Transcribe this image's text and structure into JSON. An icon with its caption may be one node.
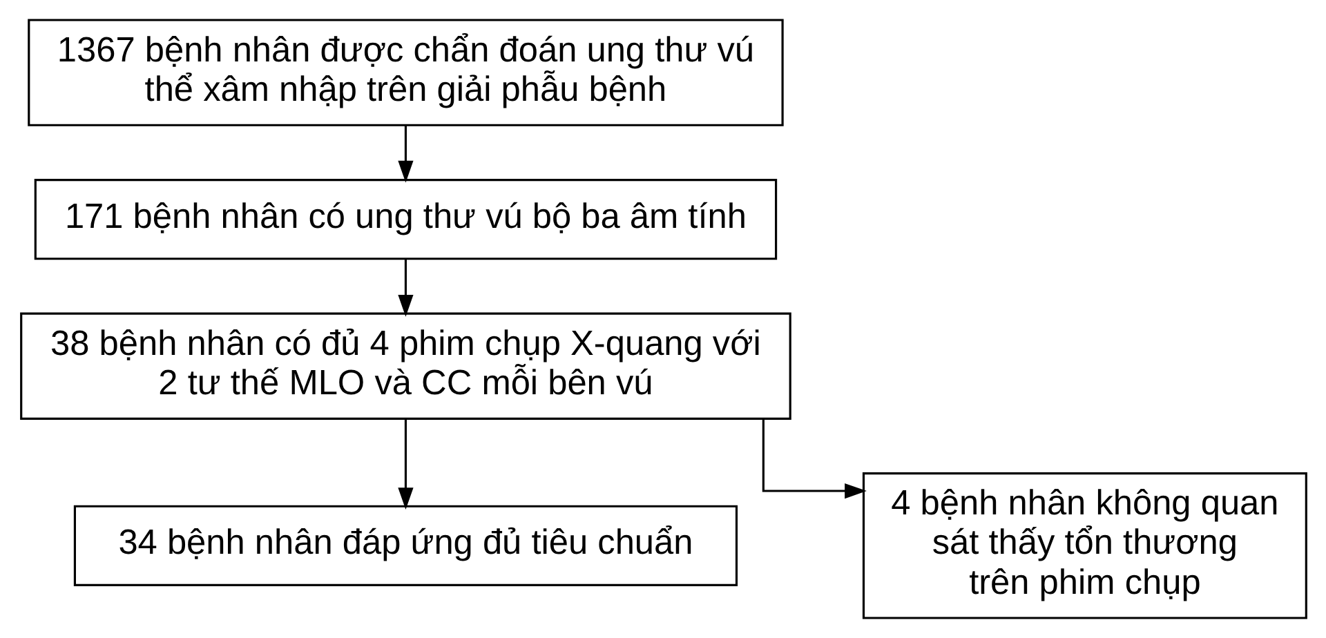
{
  "diagram": {
    "nodes": [
      {
        "text": [
          "1367 bệnh nhân được chẩn đoán ung thư vú thể xâm nhập trên giải phẫu bệnh"
        ]
      },
      {
        "text": [
          "171 bệnh nhân có ung thư vú bộ ba âm tính"
        ]
      },
      {
        "text": [
          "38 bệnh nhân có đủ 4 phim chụp X-quang với 2 tư thế MLO và CC mỗi bên vú"
        ]
      },
      {
        "text": [
          "34 bệnh nhân đáp ứng đủ tiêu chuẩn"
        ]
      },
      {
        "text": [
          "4 bệnh nhân không quan sát thấy tổn thương trên phim chụp"
        ]
      }
    ],
    "edges": [
      {
        "from": 0,
        "to": 1,
        "arrow": "to"
      },
      {
        "from": 1,
        "to": 2,
        "arrow": "to"
      },
      {
        "from": 2,
        "to": 3,
        "arrow": "to"
      },
      {
        "from": 2,
        "to": 4,
        "arrow": "to"
      }
    ]
  }
}
